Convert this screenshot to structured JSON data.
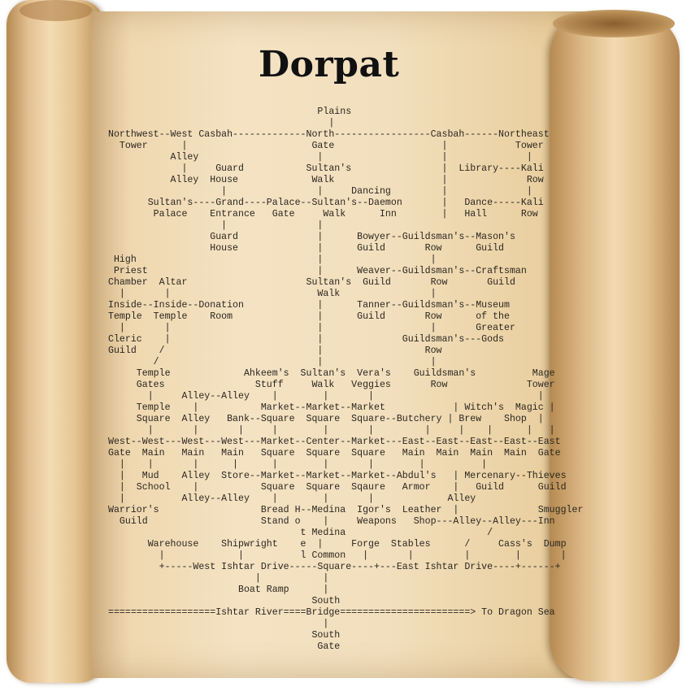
{
  "title": "Dorpat",
  "map_lines": [
    "                                     Plains",
    "                                       |",
    "Northwest--West Casbah-------------North-----------------Casbah------Northeast",
    "  Tower      |                      Gate                   |            Tower",
    "           Alley                     |                     |              |",
    "             |     Guard           Sultan's                |  Library----Kali",
    "           Alley  House             Walk                   |              Row",
    "                    |                |     Dancing         |              |",
    "       Sultan's----Grand----Palace--Sultan's--Daemon       |   Dance-----Kali",
    "        Palace    Entrance   Gate     Walk      Inn        |   Hall      Row",
    "                    |                |",
    "                  Guard              |      Bowyer--Guildsman's--Mason's",
    "                  House              |      Guild       Row      Guild",
    " High                                |                   |",
    " Priest                              |      Weaver--Guildsman's--Craftsman",
    "Chamber  Altar                     Sultan's  Guild       Row       Guild",
    "  |       |                          Walk                |",
    "Inside--Inside--Donation             |      Tanner--Guildsman's--Museum",
    "Temple  Temple    Room               |      Guild       Row      of the",
    "  |       |                          |                   |       Greater",
    "Cleric    |                          |              Guildsman's---Gods",
    "Guild    /                           |                  Row",
    "        /                            |                   |",
    "     Temple             Ahkeem's  Sultan's  Vera's    Guildsman's          Mage",
    "     Gates                Stuff     Walk   Veggies       Row              Tower",
    "       |     Alley--Alley    |        |       |                             |",
    "     Temple    |           Market--Market--Market            | Witch's  Magic |",
    "     Square  Alley   Bank--Square  Square  Square--Butchery | Brew    Shop  |",
    "       |       |       |     |        |       |         |     |    |      |   |",
    "West--West---West---West---Market--Center--Market---East--East--East--East--East",
    "Gate  Main   Main   Main   Square  Square  Square   Main  Main  Main  Main  Gate",
    "  |    |       |      |      |        |       |        |          |",
    "  |   Mud    Alley  Store--Market--Market--Market--Abdul's   | Mercenary--Thieves",
    "  |  School    |           Square  Square  Sqaure   Armor    |   Guild      Guild",
    "  |          Alley--Alley    |        |       |             Alley",
    "Warrior's                  Bread H--Medina  Igor's  Leather  |              Smuggler",
    "  Guild                    Stand o    |     Weapons   Shop---Alley--Alley---Inn",
    "                                  t Medina                         /",
    "       Warehouse    Shipwright    e  |     Forge  Stables      /     Cass's  Dump",
    "         |             |          l Common   |       |         |        |       |",
    "         +-----West Ishtar Drive-----Square----+---East Ishtar Drive----+------+",
    "                          |           |",
    "                       Boat Ramp      |",
    "                                    South",
    "===================Ishtar River====Bridge=======================> To Dragon Sea",
    "                                      |",
    "                                    South",
    "                                     Gate"
  ]
}
